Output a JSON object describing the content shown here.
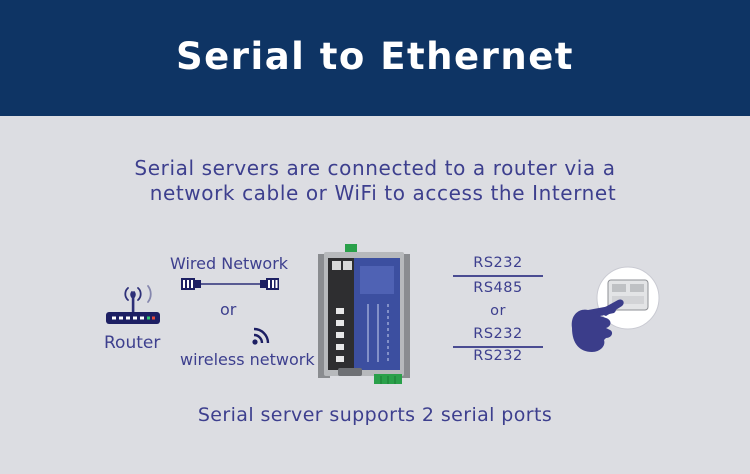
{
  "header": {
    "title": "Serial to Ethernet"
  },
  "description": {
    "line1": "Serial servers are connected to a router via a",
    "line2": "network cable or WiFi to access the Internet"
  },
  "diagram": {
    "router_label": "Router",
    "wired_label": "Wired Network",
    "or_label": "or",
    "wireless_label": "wireless network",
    "ports": {
      "top": "RS232",
      "upper_mid": "RS485",
      "or": "or",
      "lower_mid": "RS232",
      "bottom": "RS232"
    }
  },
  "footer": {
    "text": "Serial server supports 2 serial ports"
  },
  "colors": {
    "header_bg": "#0e3464",
    "text": "#3d3f8e",
    "background": "#dcdde2"
  },
  "icons": [
    "router-icon",
    "ethernet-cable-icon",
    "wifi-icon",
    "serial-server-device-icon",
    "hand-touch-icon"
  ]
}
